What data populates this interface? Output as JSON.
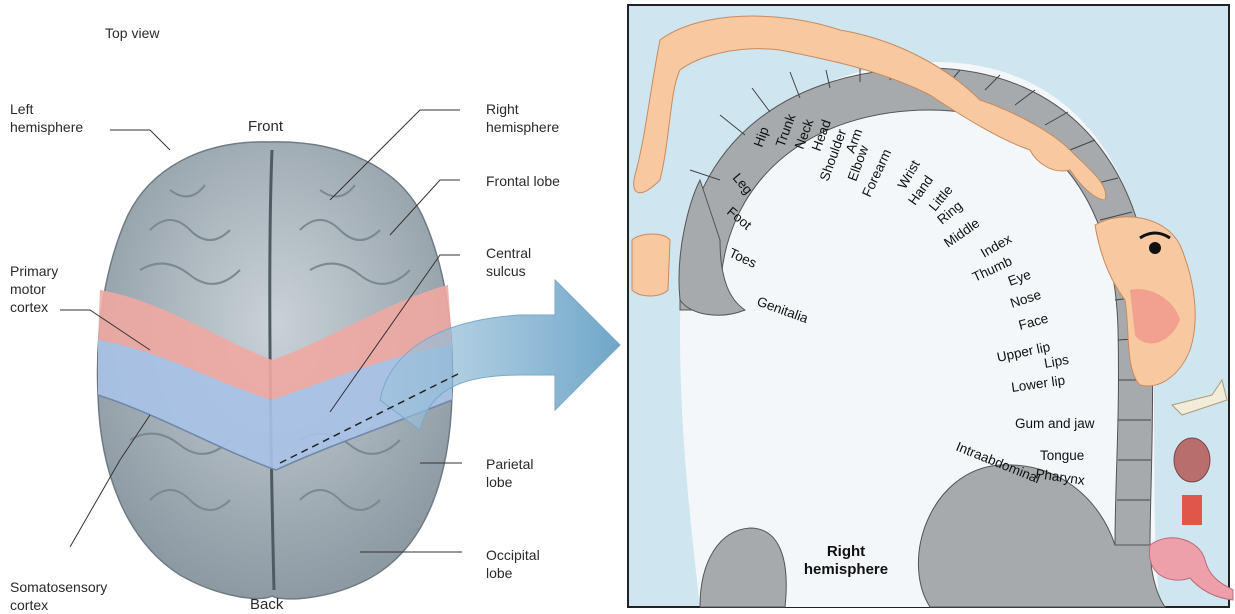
{
  "left_panel": {
    "view_label": "Top view",
    "front_label": "Front",
    "back_label": "Back",
    "labels": {
      "left_hemisphere": [
        "Left",
        "hemisphere"
      ],
      "right_hemisphere": [
        "Right",
        "hemisphere"
      ],
      "frontal_lobe": "Frontal lobe",
      "central_sulcus": [
        "Central",
        "sulcus"
      ],
      "primary_motor_cortex": [
        "Primary",
        "motor",
        "cortex"
      ],
      "parietal_lobe": [
        "Parietal",
        "lobe"
      ],
      "occipital_lobe": [
        "Occipital",
        "lobe"
      ],
      "somatosensory_cortex": [
        "Somatosensory",
        "cortex"
      ]
    }
  },
  "right_panel": {
    "hemisphere_label": [
      "Right",
      "hemisphere"
    ],
    "body_parts": [
      "Hip",
      "Trunk",
      "Neck",
      "Head",
      "Shoulder",
      "Arm",
      "Elbow",
      "Forearm",
      "Wrist",
      "Hand",
      "Little",
      "Ring",
      "Middle",
      "Index",
      "Thumb",
      "Eye",
      "Nose",
      "Face",
      "Upper lip",
      "Lips",
      "Lower lip",
      "Gum and jaw",
      "Tongue",
      "Pharynx",
      "Intraabdominal",
      "Leg",
      "Foot",
      "Toes",
      "Genitalia"
    ]
  },
  "colors": {
    "brain_gray": "#a9b5bd",
    "motor_strip": "#f0a9a3",
    "somatosensory_strip": "#a9c3e8",
    "panel_background": "#cfe6f1",
    "homunculus_skin": "#f8c9a0",
    "cortex_gray": "#a6aaac"
  }
}
